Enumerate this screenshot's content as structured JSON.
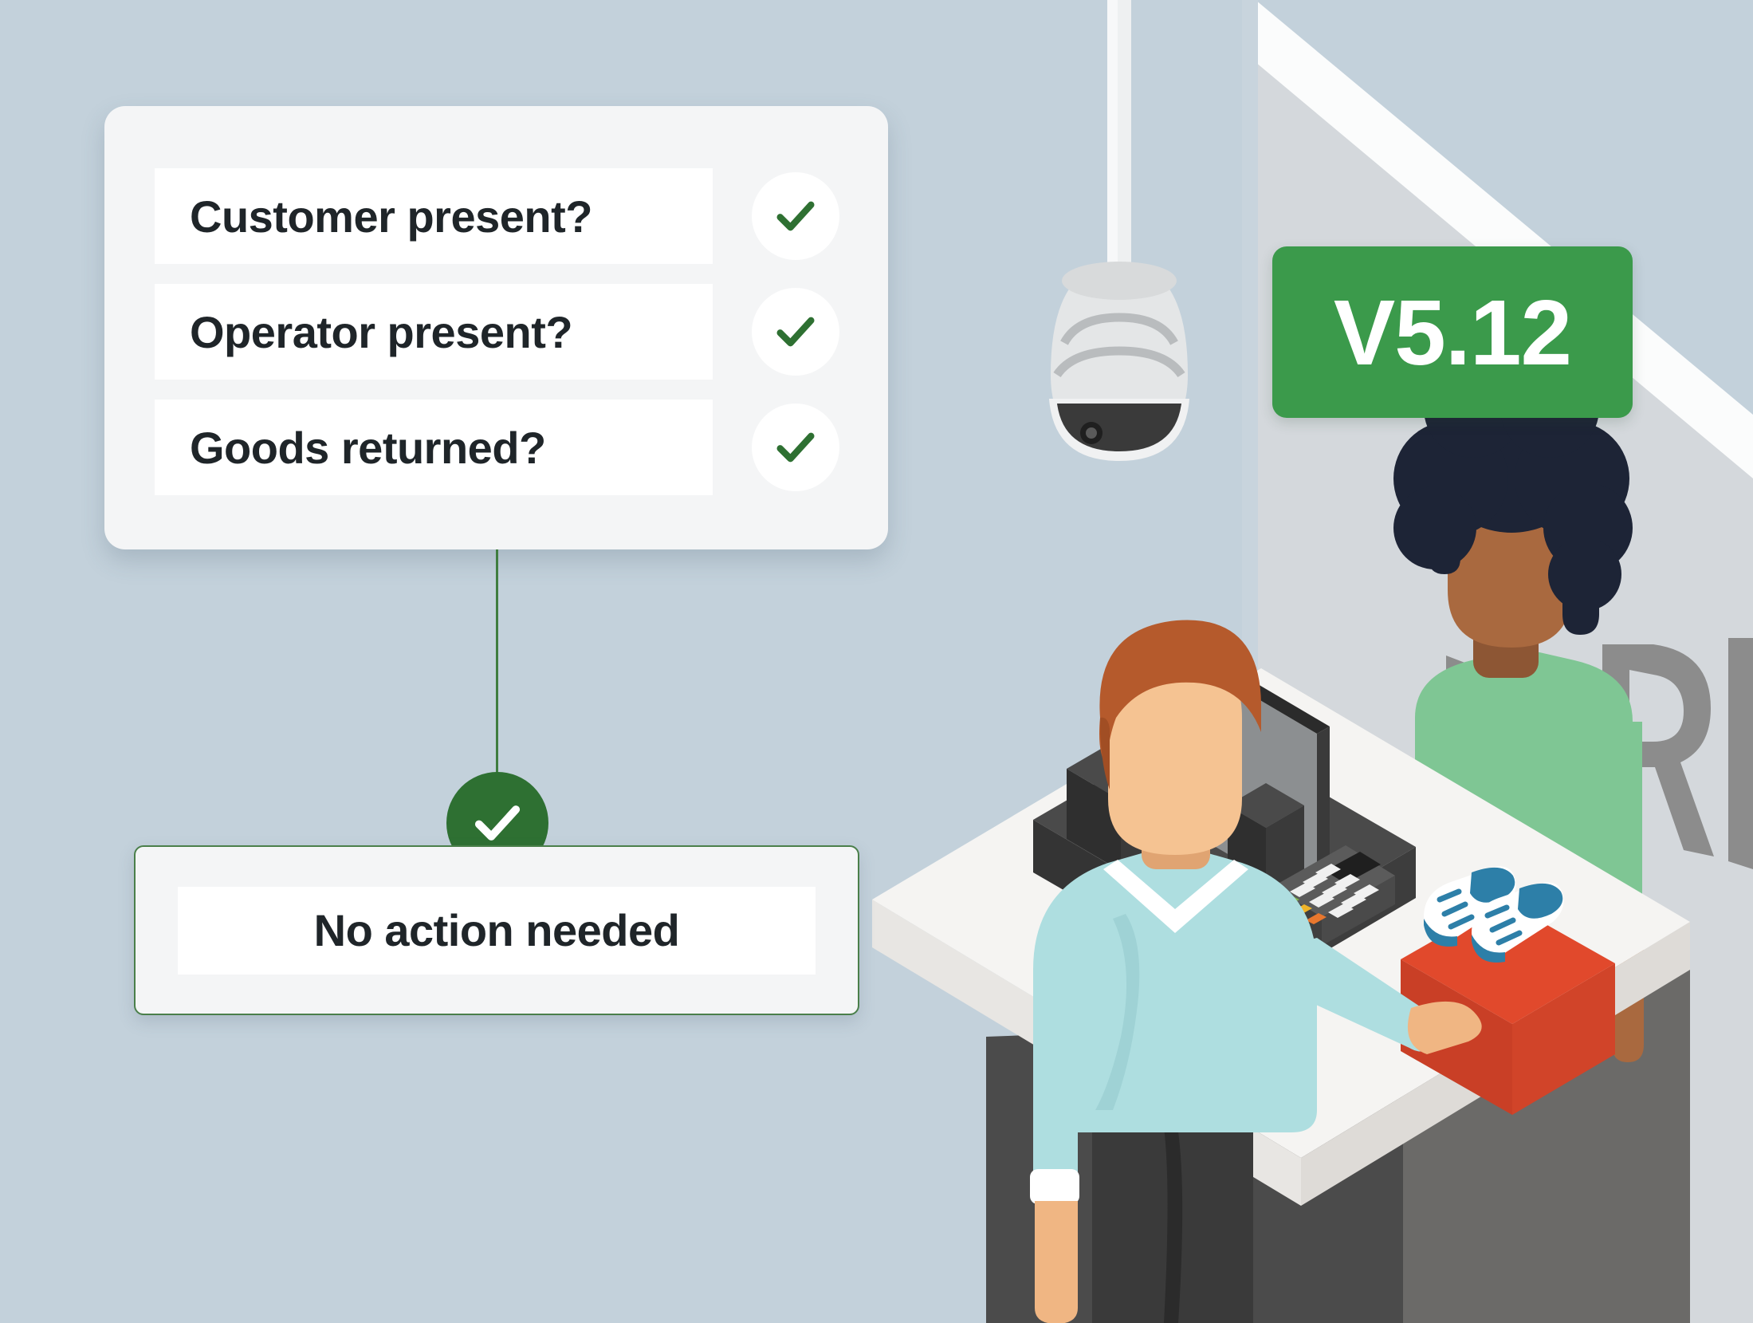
{
  "background": {
    "page_color": "#c3d1db",
    "wall_color": "#d4d8dc",
    "wall_highlight": "#fafbfc"
  },
  "checklist_card": {
    "name": "return-verification-checklist",
    "rows": [
      {
        "label": "Customer present?",
        "state": "checked",
        "icon": "check-icon"
      },
      {
        "label": "Operator present?",
        "state": "checked",
        "icon": "check-icon"
      },
      {
        "label": "Goods returned?",
        "state": "checked",
        "icon": "check-icon"
      }
    ],
    "check_color": "#2e7032",
    "row_bg": "#ffffff",
    "card_bg": "#f4f5f6"
  },
  "connector": {
    "line_color": "#3f7d3f",
    "badge_icon": "check-icon",
    "badge_color": "#2e7032",
    "badge_check_color": "#ffffff"
  },
  "outcome_card": {
    "label": "No action needed",
    "border_color": "#4a7f4a",
    "card_bg": "#f4f5f6",
    "label_bg": "#ffffff"
  },
  "version_badge": {
    "label": "V5.12",
    "bg_color": "#3b9a4b",
    "text_color": "#ffffff"
  },
  "scene": {
    "wall_sign_text": "URN",
    "wall_sign_color": "#8c8c8c",
    "camera": {
      "name": "dome-security-camera",
      "body_color": "#e4e6e7",
      "ring_color": "#b9bcbe",
      "lens_color": "#3a3a3a",
      "mount_color": "#eef0f1"
    },
    "counter": {
      "top_color": "#f5f4f2",
      "front_color": "#4b4b4b",
      "side_color": "#6b6a68"
    },
    "pos_terminal": {
      "body_color": "#3f3f3f",
      "monitor_color": "#8c8f91",
      "card_reader_color": "#5b5b5b",
      "keypad_color": "#f0f0f0",
      "key_green": "#7db34a",
      "key_yellow": "#f0b429",
      "key_orange": "#e8772e"
    },
    "shoebox": {
      "name": "red-shoebox",
      "lid_color": "#e1492c",
      "front_color": "#c93f26"
    },
    "sneakers": {
      "name": "blue-white-sneakers",
      "body_color": "#ffffff",
      "accent_color": "#2d7fa8",
      "shade_color": "#d8e6ee"
    },
    "operator": {
      "name": "store-operator",
      "hair_color": "#b55a2c",
      "skin_color": "#f0b683",
      "sweater_color": "#aedee0",
      "collar_color": "#ffffff",
      "trousers_color": "#3a3a3a"
    },
    "customer": {
      "name": "customer",
      "hair_color": "#1d2436",
      "skin_color": "#a9693f",
      "shirt_color": "#7fc694"
    }
  }
}
